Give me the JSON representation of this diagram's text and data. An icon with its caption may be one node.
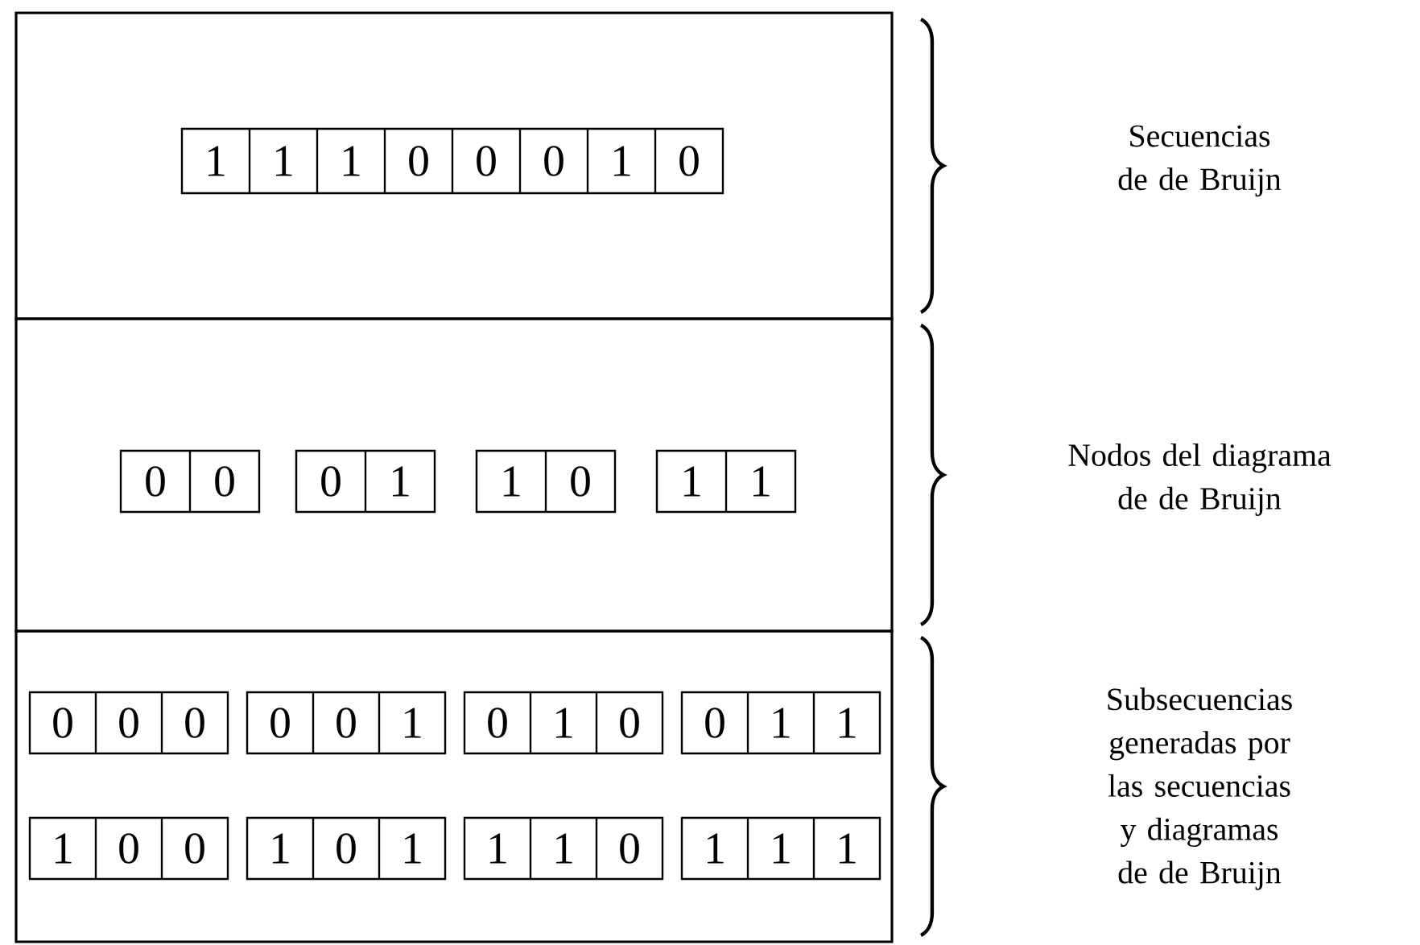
{
  "diagram": {
    "nodes": [
      {
        "text": [],
        "shape": "box"
      },
      {
        "text": [
          "1",
          "1",
          "1",
          "0",
          "0",
          "0",
          "1",
          "0"
        ],
        "in": 0
      },
      {
        "text": [],
        "shape": "box"
      },
      {
        "text": [
          "0",
          "0"
        ],
        "in": 2
      },
      {
        "text": [
          "0",
          "1"
        ],
        "in": 2
      },
      {
        "text": [
          "1",
          "0"
        ],
        "in": 2
      },
      {
        "text": [
          "1",
          "1"
        ],
        "in": 2
      },
      {
        "text": [],
        "shape": "box"
      },
      {
        "text": [
          "0",
          "0",
          "0"
        ],
        "in": 7
      },
      {
        "text": [
          "0",
          "0",
          "1"
        ],
        "in": 7
      },
      {
        "text": [
          "0",
          "1",
          "0"
        ],
        "in": 7
      },
      {
        "text": [
          "0",
          "1",
          "1"
        ],
        "in": 7
      },
      {
        "text": [
          "1",
          "0",
          "0"
        ],
        "in": 7
      },
      {
        "text": [
          "1",
          "0",
          "1"
        ],
        "in": 7
      },
      {
        "text": [
          "1",
          "1",
          "0"
        ],
        "in": 7
      },
      {
        "text": [
          "1",
          "1",
          "1"
        ],
        "in": 7
      }
    ],
    "edges": [],
    "labels": [
      "Secuencias de de Bruijn",
      "Nodos del diagrama de de Bruijn",
      "Subsecuencias generadas por las secuencias y diagramas de de Bruijn"
    ]
  }
}
